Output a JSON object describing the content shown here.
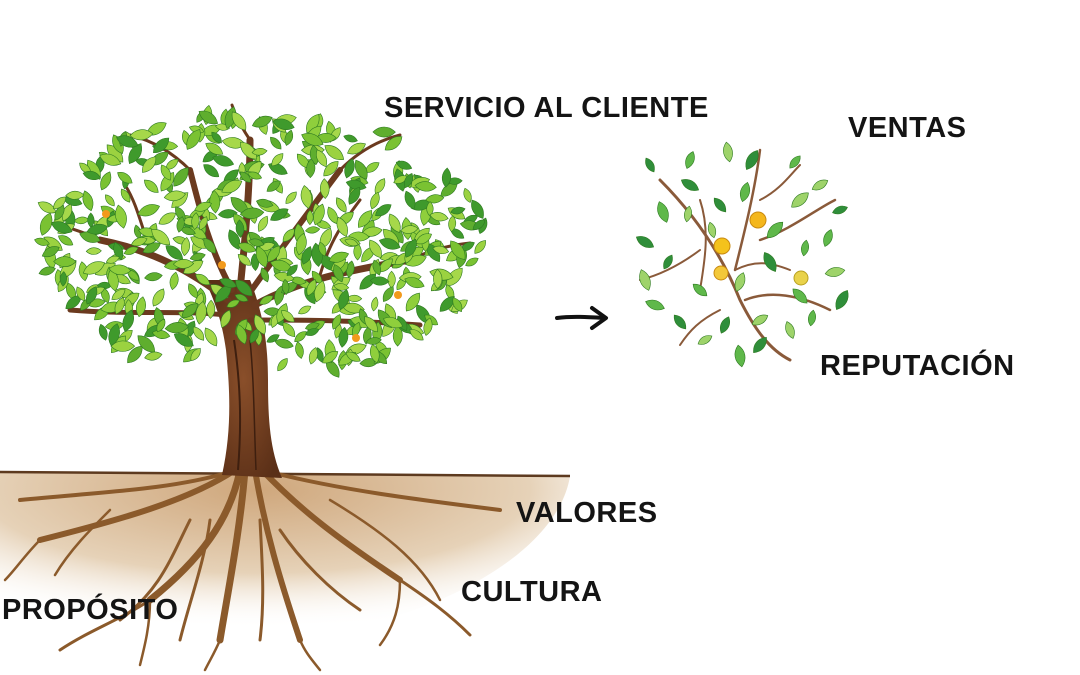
{
  "labels": {
    "servicio": "SERVICIO AL CLIENTE",
    "ventas": "VENTAS",
    "reputacion": "REPUTACIÓN",
    "valores": "VALORES",
    "cultura": "CULTURA",
    "proposito": "PROPÓSITO"
  },
  "colors": {
    "text": "#141414",
    "leaf_light": "#8fcf3c",
    "leaf_dark": "#3f9a2c",
    "trunk": "#6b3a1f",
    "root": "#a8743e",
    "soil": "#d9bc98",
    "fruit": "#f4b71c",
    "arrow": "#111111"
  },
  "icons": [
    "tree-illustration",
    "fruit-branch-illustration",
    "arrow-right-icon"
  ]
}
